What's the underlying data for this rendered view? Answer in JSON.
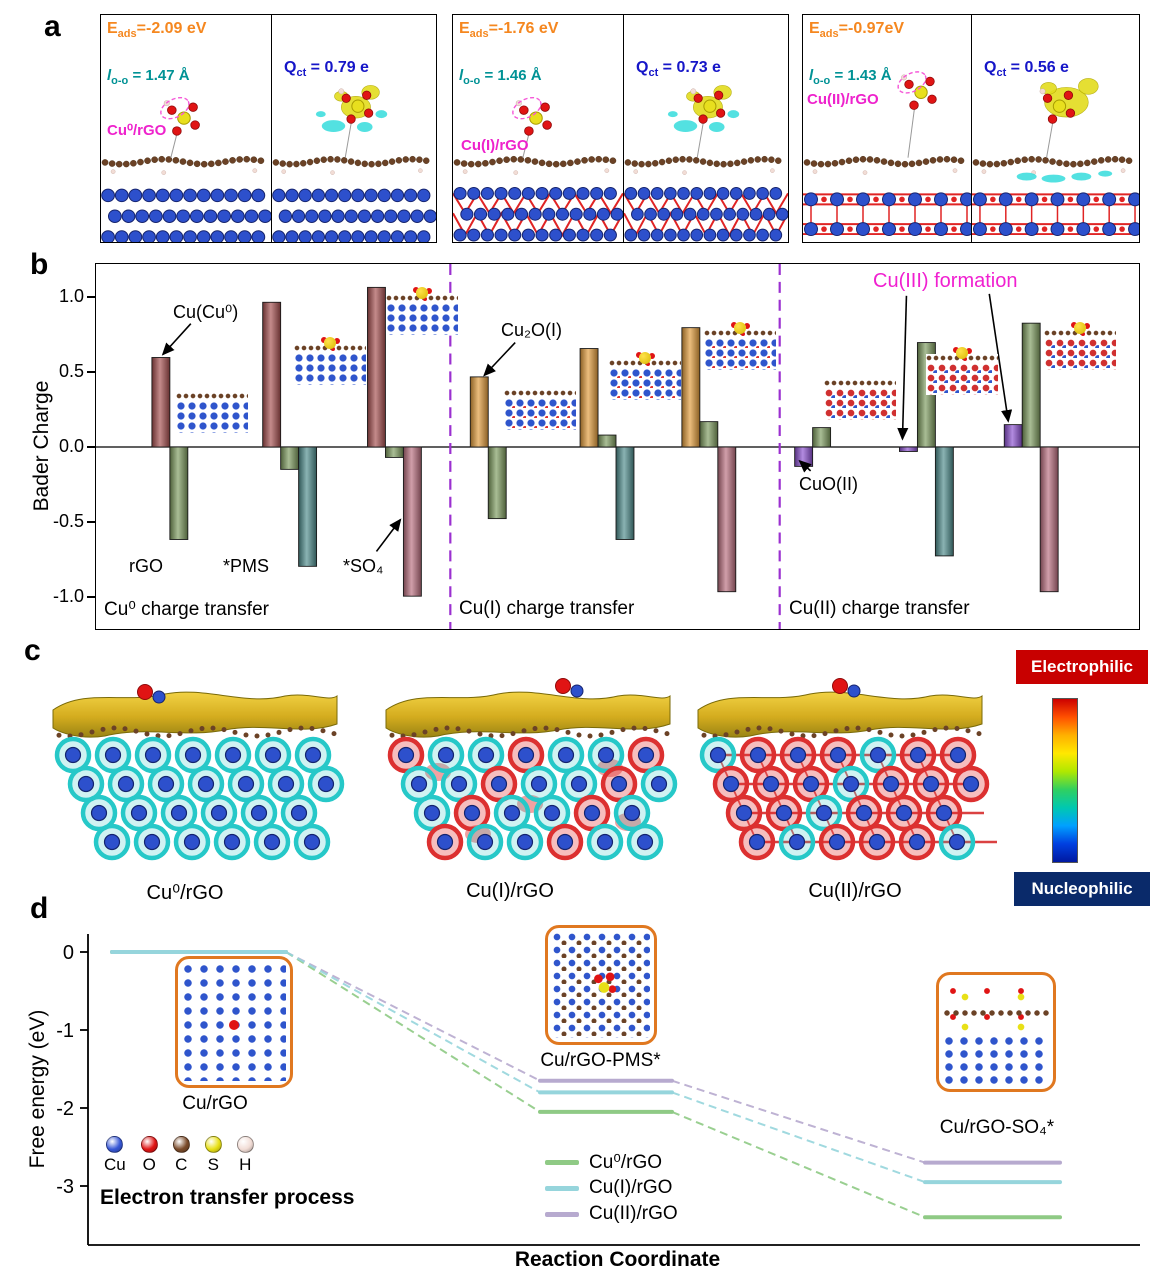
{
  "labels": {
    "a": "a",
    "b": "b",
    "c": "c",
    "d": "d"
  },
  "panel_a": {
    "pairs": [
      {
        "eads_sym": "E",
        "eads_sub": "ads",
        "eads_value": "=-2.09 eV",
        "loo_sym": "l",
        "loo_sub": "o-o",
        "loo_value": " = 1.47 Å",
        "catalyst": "Cu⁰/rGO",
        "qct_sym": "Q",
        "qct_sub": "ct",
        "qct_value": " = 0.79 e"
      },
      {
        "eads_sym": "E",
        "eads_sub": "ads",
        "eads_value": "=-1.76 eV",
        "loo_sym": "l",
        "loo_sub": "o-o",
        "loo_value": " = 1.46 Å",
        "catalyst": "Cu(I)/rGO",
        "qct_sym": "Q",
        "qct_sub": "ct",
        "qct_value": " = 0.73 e"
      },
      {
        "eads_sym": "E",
        "eads_sub": "ads",
        "eads_value": "=-0.97eV",
        "loo_sym": "l",
        "loo_sub": "o-o",
        "loo_value": " = 1.43 Å",
        "catalyst": "Cu(II)/rGO",
        "qct_sym": "Q",
        "qct_sub": "ct",
        "qct_value": " = 0.56 e"
      }
    ]
  },
  "panel_c": {
    "labels": [
      "Cu⁰/rGO",
      "Cu(I)/rGO",
      "Cu(II)/rGO"
    ],
    "colorbar_top": "Electrophilic",
    "colorbar_bottom": "Nucleophilic"
  },
  "chart_data": [
    {
      "type": "bar",
      "ylabel": "Bader Charge",
      "ylim": [
        -1.2,
        1.2
      ],
      "ytick_labels": [
        "1.0",
        "0.5",
        "0.0",
        "-0.5",
        "-1.0"
      ],
      "grid": false,
      "legend_position": "none",
      "divider_color": "#9b30d0",
      "bar_colors": {
        "cu0": "#a64f4f",
        "rgo": "#7d9b5e",
        "pms": "#4e8c8c",
        "so4": "#b96d7e",
        "cu1": "#e09b3a",
        "cu2": "#8a4fd0"
      },
      "sections": [
        {
          "label": "Cu⁰ charge transfer",
          "groups": [
            {
              "bars": [
                {
                  "species": "Cu(Cu⁰)",
                  "key": "cu0",
                  "value": 0.6
                },
                {
                  "species": "rGO",
                  "key": "rgo",
                  "value": -0.62
                }
              ]
            },
            {
              "bars": [
                {
                  "species": "Cu(Cu⁰)",
                  "key": "cu0",
                  "value": 0.97
                },
                {
                  "species": "rGO",
                  "key": "rgo",
                  "value": -0.15
                },
                {
                  "species": "*PMS",
                  "key": "pms",
                  "value": -0.8
                }
              ]
            },
            {
              "bars": [
                {
                  "species": "Cu(Cu⁰)",
                  "key": "cu0",
                  "value": 1.07
                },
                {
                  "species": "rGO",
                  "key": "rgo",
                  "value": -0.07
                },
                {
                  "species": "*SO₄",
                  "key": "so4",
                  "value": -1.0
                }
              ]
            }
          ]
        },
        {
          "label": "Cu(I) charge transfer",
          "groups": [
            {
              "bars": [
                {
                  "species": "Cu₂O(I)",
                  "key": "cu1",
                  "value": 0.47
                },
                {
                  "species": "rGO",
                  "key": "rgo",
                  "value": -0.48
                }
              ]
            },
            {
              "bars": [
                {
                  "species": "Cu₂O(I)",
                  "key": "cu1",
                  "value": 0.66
                },
                {
                  "species": "rGO",
                  "key": "rgo",
                  "value": 0.08
                },
                {
                  "species": "*PMS",
                  "key": "pms",
                  "value": -0.62
                }
              ]
            },
            {
              "bars": [
                {
                  "species": "Cu₂O(I)",
                  "key": "cu1",
                  "value": 0.8
                },
                {
                  "species": "rGO",
                  "key": "rgo",
                  "value": 0.17
                },
                {
                  "species": "*SO₄",
                  "key": "so4",
                  "value": -0.97
                }
              ]
            }
          ]
        },
        {
          "label": "Cu(II) charge transfer",
          "groups": [
            {
              "bars": [
                {
                  "species": "CuO(II)",
                  "key": "cu2",
                  "value": -0.13
                },
                {
                  "species": "rGO",
                  "key": "rgo",
                  "value": 0.13
                }
              ]
            },
            {
              "bars": [
                {
                  "species": "CuO(II)",
                  "key": "cu2",
                  "value": -0.03
                },
                {
                  "species": "rGO",
                  "key": "rgo",
                  "value": 0.7
                },
                {
                  "species": "*PMS",
                  "key": "pms",
                  "value": -0.73
                }
              ]
            },
            {
              "bars": [
                {
                  "species": "CuO(II)",
                  "key": "cu2",
                  "value": 0.15
                },
                {
                  "species": "rGO",
                  "key": "rgo",
                  "value": 0.83
                },
                {
                  "species": "*SO₄",
                  "key": "so4",
                  "value": -0.97
                }
              ]
            }
          ]
        }
      ],
      "annotations": {
        "cu_cu0": "Cu(Cu⁰)",
        "rgo": "rGO",
        "pms": "*PMS",
        "so4": "*SO₄",
        "cu2o": "Cu₂O(I)",
        "cuo2": "CuO(II)",
        "cu3": "Cu(III) formation"
      }
    },
    {
      "type": "line",
      "xlabel": "Reaction Coordinate",
      "ylabel": "Free energy (eV)",
      "yticks": [
        0,
        -1,
        -2,
        -3
      ],
      "ytick_labels": [
        "0",
        "-1",
        "-2",
        "-3"
      ],
      "ylim": [
        -3.7,
        0.4
      ],
      "grid": false,
      "steps": [
        "Cu/rGO",
        "Cu/rGO-PMS*",
        "Cu/rGO-SO₄*"
      ],
      "series": [
        {
          "name": "Cu⁰/rGO",
          "color": "#8fca85",
          "values": [
            0,
            -2.05,
            -3.4
          ]
        },
        {
          "name": "Cu(I)/rGO",
          "color": "#96d5dc",
          "values": [
            0,
            -1.8,
            -2.95
          ]
        },
        {
          "name": "Cu(II)/rGO",
          "color": "#b7aacf",
          "values": [
            0,
            -1.65,
            -2.7
          ]
        }
      ],
      "legend_title": "Electron transfer process",
      "atoms": [
        {
          "label": "Cu",
          "color": "#3757d6"
        },
        {
          "label": "O",
          "color": "#e01414"
        },
        {
          "label": "C",
          "color": "#7b4b2a"
        },
        {
          "label": "S",
          "color": "#e8e016"
        },
        {
          "label": "H",
          "color": "#f2ddd6"
        }
      ]
    }
  ]
}
